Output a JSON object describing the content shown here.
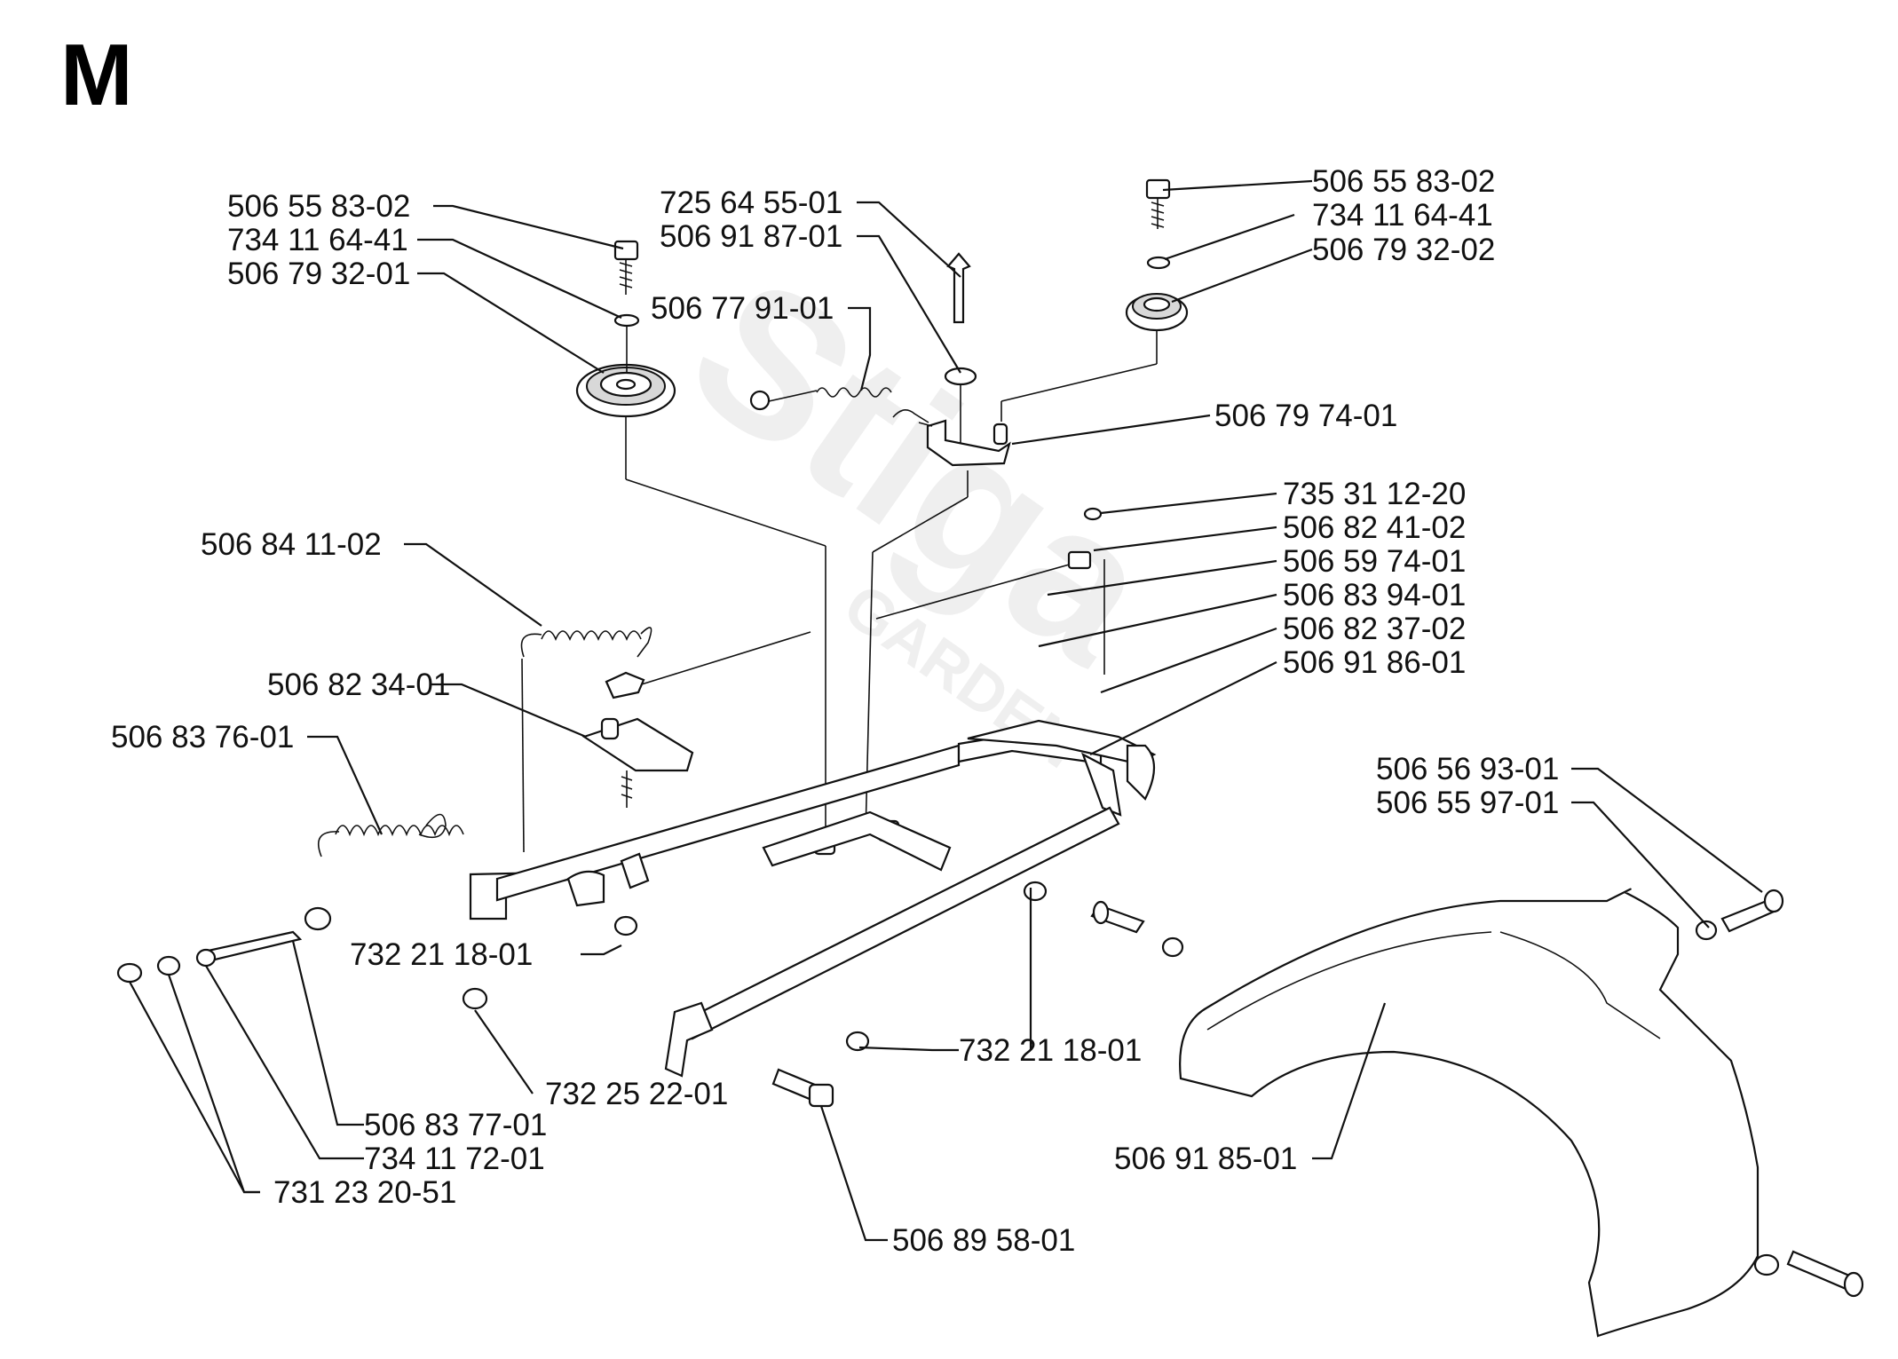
{
  "page": {
    "section_letter": "M",
    "watermark_brand": "Stiga",
    "watermark_sub": "GARDEN"
  },
  "labels": [
    {
      "id": "l1",
      "text": "506 55 83-02"
    },
    {
      "id": "l2",
      "text": "734 11 64-41"
    },
    {
      "id": "l3",
      "text": "506 79 32-01"
    },
    {
      "id": "l4",
      "text": "725 64 55-01"
    },
    {
      "id": "l5",
      "text": "506 91 87-01"
    },
    {
      "id": "l6",
      "text": "506 77 91-01"
    },
    {
      "id": "l7",
      "text": "506 55 83-02"
    },
    {
      "id": "l8",
      "text": "734 11 64-41"
    },
    {
      "id": "l9",
      "text": "506 79 32-02"
    },
    {
      "id": "l10",
      "text": "506 79 74-01"
    },
    {
      "id": "l11",
      "text": "735 31 12-20"
    },
    {
      "id": "l12",
      "text": "506 82 41-02"
    },
    {
      "id": "l13",
      "text": "506 59 74-01"
    },
    {
      "id": "l14",
      "text": "506 83 94-01"
    },
    {
      "id": "l15",
      "text": "506 82 37-02"
    },
    {
      "id": "l16",
      "text": "506 91 86-01"
    },
    {
      "id": "l17",
      "text": "506 84 11-02"
    },
    {
      "id": "l18",
      "text": "506 82 34-01"
    },
    {
      "id": "l19",
      "text": "506 83 76-01"
    },
    {
      "id": "l20",
      "text": "506 56 93-01"
    },
    {
      "id": "l21",
      "text": "506 55 97-01"
    },
    {
      "id": "l22",
      "text": "732 21 18-01"
    },
    {
      "id": "l23",
      "text": "732 21 18-01"
    },
    {
      "id": "l24",
      "text": "732 25 22-01"
    },
    {
      "id": "l25",
      "text": "506 83 77-01"
    },
    {
      "id": "l26",
      "text": "734 11 72-01"
    },
    {
      "id": "l27",
      "text": "731 23 20-51"
    },
    {
      "id": "l28",
      "text": "506 91 85-01"
    },
    {
      "id": "l29",
      "text": "506 89 58-01"
    }
  ]
}
